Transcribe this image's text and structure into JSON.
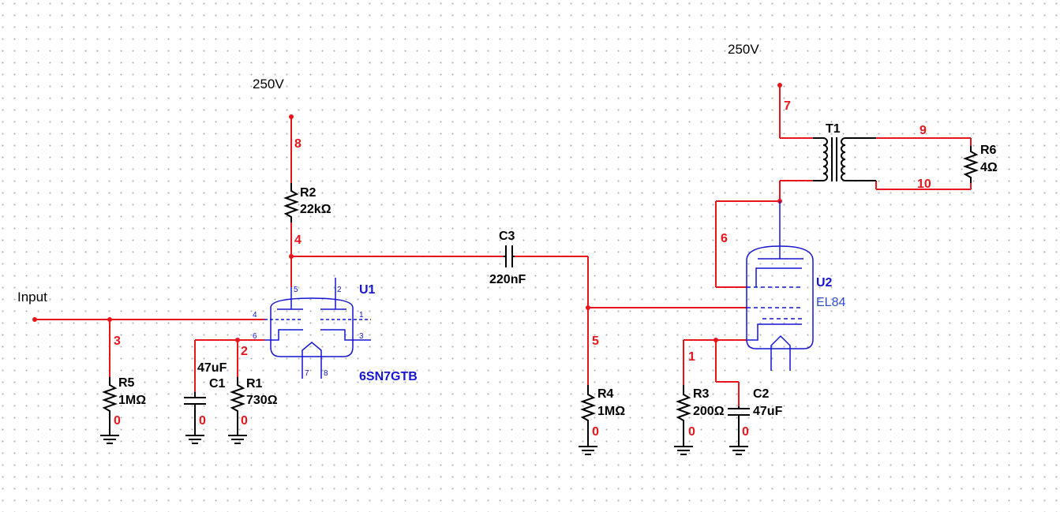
{
  "supply_labels": {
    "stage1": "250V",
    "stage2": "250V"
  },
  "input_label": "Input",
  "components": {
    "R1": {
      "ref": "R1",
      "value": "730Ω"
    },
    "R2": {
      "ref": "R2",
      "value": "22kΩ"
    },
    "R3": {
      "ref": "R3",
      "value": "200Ω"
    },
    "R4": {
      "ref": "R4",
      "value": "1MΩ"
    },
    "R5": {
      "ref": "R5",
      "value": "1MΩ"
    },
    "R6": {
      "ref": "R6",
      "value": "4Ω"
    },
    "C1": {
      "ref": "C1",
      "value": "47uF"
    },
    "C2": {
      "ref": "C2",
      "value": "47uF"
    },
    "C3": {
      "ref": "C3",
      "value": "220nF"
    },
    "T1": {
      "ref": "T1"
    },
    "U1": {
      "ref": "U1",
      "value": "6SN7GTB",
      "pins": [
        "5",
        "2",
        "4",
        "1",
        "6",
        "3",
        "7",
        "8"
      ]
    },
    "U2": {
      "ref": "U2",
      "value": "EL84"
    }
  },
  "nets": [
    "0",
    "1",
    "2",
    "3",
    "4",
    "5",
    "6",
    "7",
    "8",
    "9",
    "10"
  ],
  "colors": {
    "wire": "#e8161c",
    "component": "#000000",
    "tube": "#1515d2",
    "tube_value": "#2f4fcf"
  }
}
